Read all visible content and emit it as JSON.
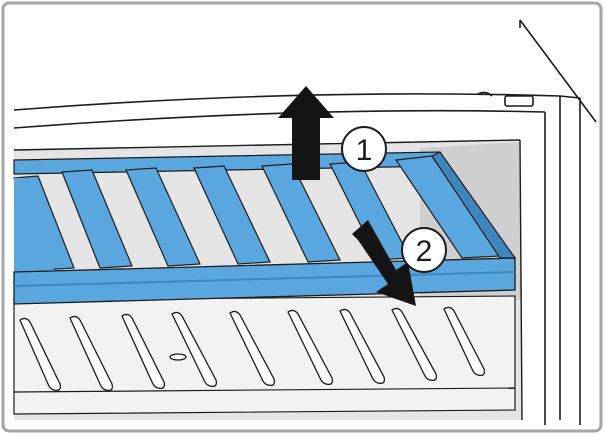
{
  "figure": {
    "colors": {
      "frame": "#a6a6a6",
      "line": "#1c1c1c",
      "shelf_blue": "#5aa6df",
      "shelf_blue_dark": "#3e86bd",
      "interior_gray": "#d4d4d4",
      "interior_dark": "#bdbdbd",
      "arrow": "#141414"
    },
    "steps": [
      {
        "label": "1",
        "arrow": "up-arrow"
      },
      {
        "label": "2",
        "arrow": "down-right-arrow"
      }
    ]
  }
}
